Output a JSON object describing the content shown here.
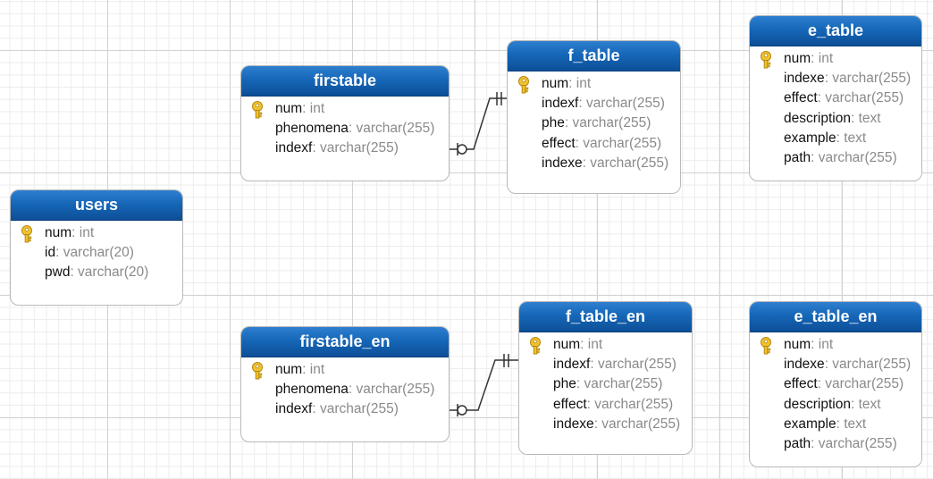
{
  "tables": [
    {
      "id": "users",
      "title": "users",
      "fields": [
        {
          "name": "num",
          "type": ": int",
          "key": true
        },
        {
          "name": "id",
          "type": ": varchar(20)",
          "key": false
        },
        {
          "name": "pwd",
          "type": ": varchar(20)",
          "key": false
        }
      ]
    },
    {
      "id": "firstable",
      "title": "firstable",
      "fields": [
        {
          "name": "num",
          "type": ": int",
          "key": true
        },
        {
          "name": "phenomena",
          "type": ": varchar(255)",
          "key": false
        },
        {
          "name": "indexf",
          "type": ": varchar(255)",
          "key": false
        }
      ]
    },
    {
      "id": "f_table",
      "title": "f_table",
      "fields": [
        {
          "name": "num",
          "type": ": int",
          "key": true
        },
        {
          "name": "indexf",
          "type": ": varchar(255)",
          "key": false
        },
        {
          "name": "phe",
          "type": ": varchar(255)",
          "key": false
        },
        {
          "name": "effect",
          "type": ": varchar(255)",
          "key": false
        },
        {
          "name": "indexe",
          "type": ": varchar(255)",
          "key": false
        }
      ]
    },
    {
      "id": "e_table",
      "title": "e_table",
      "fields": [
        {
          "name": "num",
          "type": ": int",
          "key": true
        },
        {
          "name": "indexe",
          "type": ": varchar(255)",
          "key": false
        },
        {
          "name": "effect",
          "type": ": varchar(255)",
          "key": false
        },
        {
          "name": "description",
          "type": ": text",
          "key": false
        },
        {
          "name": "example",
          "type": ": text",
          "key": false
        },
        {
          "name": "path",
          "type": ": varchar(255)",
          "key": false
        }
      ]
    },
    {
      "id": "firstable_en",
      "title": "firstable_en",
      "fields": [
        {
          "name": "num",
          "type": ": int",
          "key": true
        },
        {
          "name": "phenomena",
          "type": ": varchar(255)",
          "key": false
        },
        {
          "name": "indexf",
          "type": ": varchar(255)",
          "key": false
        }
      ]
    },
    {
      "id": "f_table_en",
      "title": "f_table_en",
      "fields": [
        {
          "name": "num",
          "type": ": int",
          "key": true
        },
        {
          "name": "indexf",
          "type": ": varchar(255)",
          "key": false
        },
        {
          "name": "phe",
          "type": ": varchar(255)",
          "key": false
        },
        {
          "name": "effect",
          "type": ": varchar(255)",
          "key": false
        },
        {
          "name": "indexe",
          "type": ": varchar(255)",
          "key": false
        }
      ]
    },
    {
      "id": "e_table_en",
      "title": "e_table_en",
      "fields": [
        {
          "name": "num",
          "type": ": int",
          "key": true
        },
        {
          "name": "indexe",
          "type": ": varchar(255)",
          "key": false
        },
        {
          "name": "effect",
          "type": ": varchar(255)",
          "key": false
        },
        {
          "name": "description",
          "type": ": text",
          "key": false
        },
        {
          "name": "example",
          "type": ": text",
          "key": false
        },
        {
          "name": "path",
          "type": ": varchar(255)",
          "key": false
        }
      ]
    }
  ],
  "relations": [
    {
      "from": "firstable",
      "to": "f_table",
      "from_end": "zero-or-one",
      "to_end": "one-and-only-one"
    },
    {
      "from": "firstable_en",
      "to": "f_table_en",
      "from_end": "zero-or-one",
      "to_end": "one-and-only-one"
    }
  ],
  "colors": {
    "header_top": "#2f7fd0",
    "header_bottom": "#0d4f97",
    "field_type": "#8a8a8a",
    "line": "#333333",
    "key": "#f2c12e"
  }
}
